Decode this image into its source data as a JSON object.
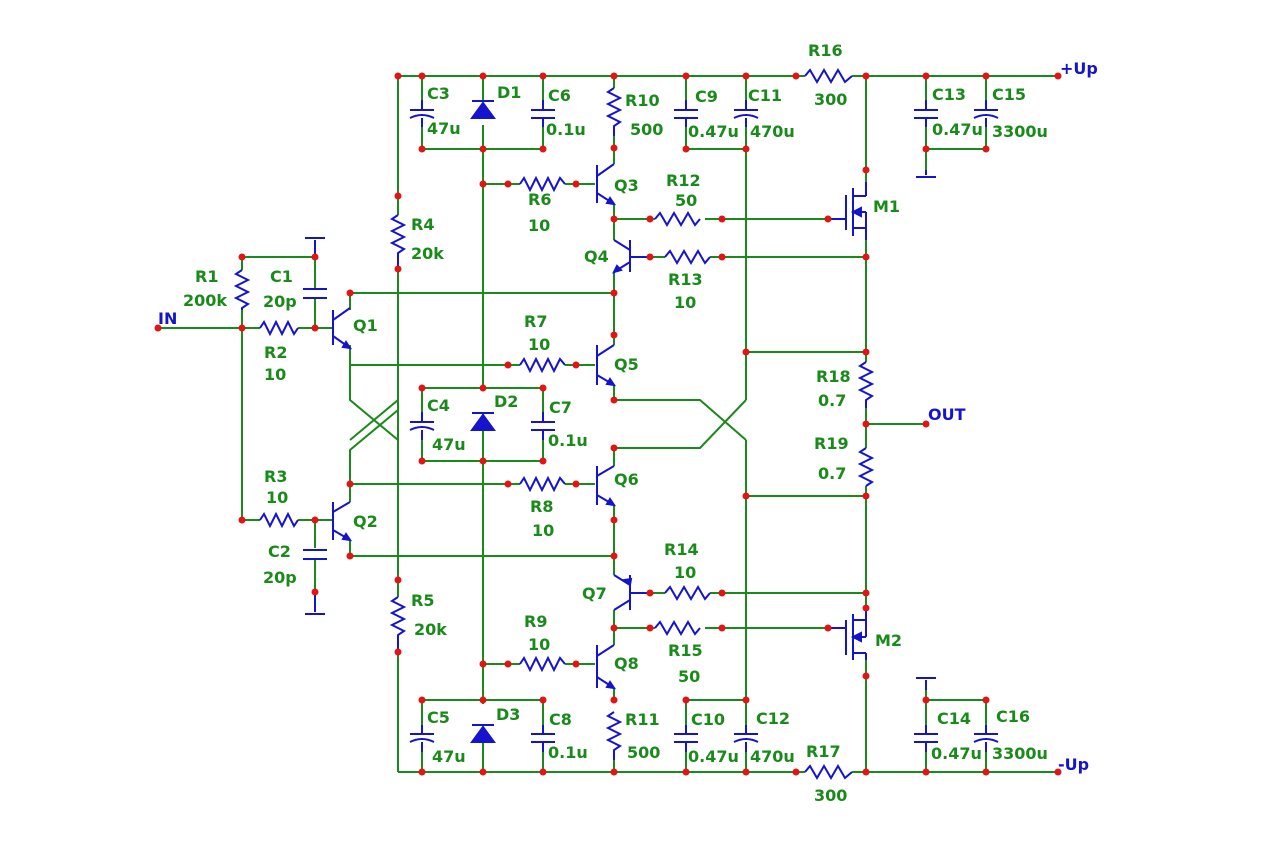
{
  "nets": {
    "in": "IN",
    "out": "OUT",
    "vpos": "+Up",
    "vneg": "-Up"
  },
  "components": {
    "R1": {
      "ref": "R1",
      "value": "200k"
    },
    "R2": {
      "ref": "R2",
      "value": "10"
    },
    "R3": {
      "ref": "R3",
      "value": "10"
    },
    "R4": {
      "ref": "R4",
      "value": "20k"
    },
    "R5": {
      "ref": "R5",
      "value": "20k"
    },
    "R6": {
      "ref": "R6",
      "value": "10"
    },
    "R7": {
      "ref": "R7",
      "value": "10"
    },
    "R8": {
      "ref": "R8",
      "value": "10"
    },
    "R9": {
      "ref": "R9",
      "value": "10"
    },
    "R10": {
      "ref": "R10",
      "value": "500"
    },
    "R11": {
      "ref": "R11",
      "value": "500"
    },
    "R12": {
      "ref": "R12",
      "value": "50"
    },
    "R13": {
      "ref": "R13",
      "value": "10"
    },
    "R14": {
      "ref": "R14",
      "value": "10"
    },
    "R15": {
      "ref": "R15",
      "value": "50"
    },
    "R16": {
      "ref": "R16",
      "value": "300"
    },
    "R17": {
      "ref": "R17",
      "value": "300"
    },
    "R18": {
      "ref": "R18",
      "value": "0.7"
    },
    "R19": {
      "ref": "R19",
      "value": "0.7"
    },
    "C1": {
      "ref": "C1",
      "value": "20p"
    },
    "C2": {
      "ref": "C2",
      "value": "20p"
    },
    "C3": {
      "ref": "C3",
      "value": "47u"
    },
    "C4": {
      "ref": "C4",
      "value": "47u"
    },
    "C5": {
      "ref": "C5",
      "value": "47u"
    },
    "C6": {
      "ref": "C6",
      "value": "0.1u"
    },
    "C7": {
      "ref": "C7",
      "value": "0.1u"
    },
    "C8": {
      "ref": "C8",
      "value": "0.1u"
    },
    "C9": {
      "ref": "C9",
      "value": "0.47u"
    },
    "C10": {
      "ref": "C10",
      "value": "0.47u"
    },
    "C11": {
      "ref": "C11",
      "value": "470u"
    },
    "C12": {
      "ref": "C12",
      "value": "470u"
    },
    "C13": {
      "ref": "C13",
      "value": "0.47u"
    },
    "C14": {
      "ref": "C14",
      "value": "0.47u"
    },
    "C15": {
      "ref": "C15",
      "value": "3300u"
    },
    "C16": {
      "ref": "C16",
      "value": "3300u"
    },
    "D1": {
      "ref": "D1"
    },
    "D2": {
      "ref": "D2"
    },
    "D3": {
      "ref": "D3"
    },
    "Q1": {
      "ref": "Q1"
    },
    "Q2": {
      "ref": "Q2"
    },
    "Q3": {
      "ref": "Q3"
    },
    "Q4": {
      "ref": "Q4"
    },
    "Q5": {
      "ref": "Q5"
    },
    "Q6": {
      "ref": "Q6"
    },
    "Q7": {
      "ref": "Q7"
    },
    "Q8": {
      "ref": "Q8"
    },
    "M1": {
      "ref": "M1"
    },
    "M2": {
      "ref": "M2"
    }
  }
}
